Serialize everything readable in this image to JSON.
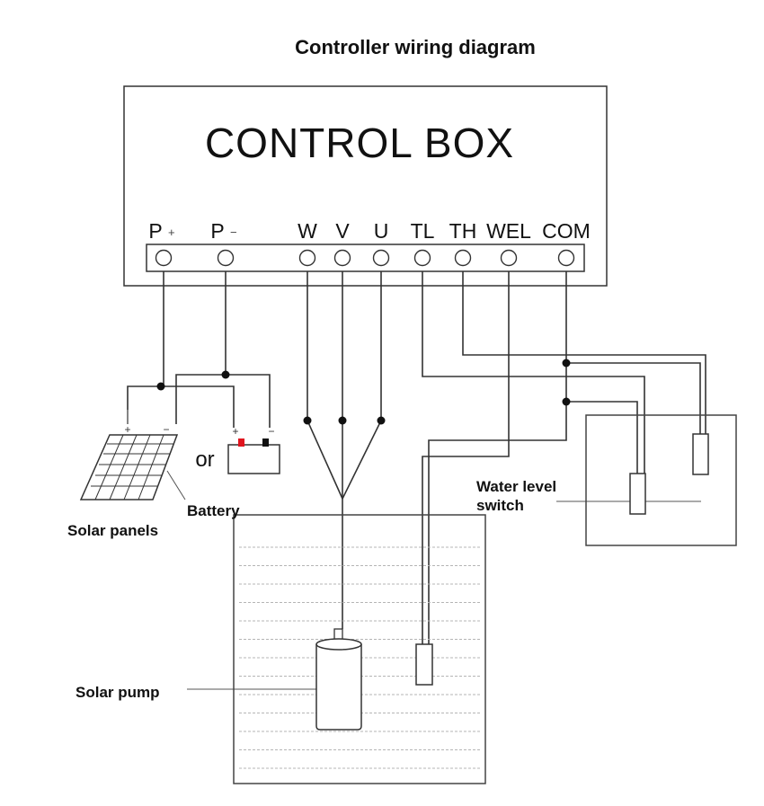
{
  "title": "Controller wiring diagram",
  "control_box": {
    "title": "CONTROL BOX",
    "terminals": [
      {
        "name": "P",
        "sign": "+"
      },
      {
        "name": "P",
        "sign": "−"
      },
      {
        "name": "W",
        "sign": ""
      },
      {
        "name": "V",
        "sign": ""
      },
      {
        "name": "U",
        "sign": ""
      },
      {
        "name": "TL",
        "sign": ""
      },
      {
        "name": "TH",
        "sign": ""
      },
      {
        "name": "WEL",
        "sign": ""
      },
      {
        "name": "COM",
        "sign": ""
      }
    ]
  },
  "power": {
    "or_label": "or",
    "panel_plus": "+",
    "panel_minus": "−",
    "battery_plus": "+",
    "battery_minus": "−"
  },
  "labels": {
    "solar_panels": "Solar panels",
    "battery": "Battery",
    "water_level_switch_line1": "Water level",
    "water_level_switch_line2": "switch",
    "solar_pump": "Solar pump"
  },
  "colors": {
    "line": "#333333",
    "battery_plus_terminal": "#e0141e",
    "battery_minus_terminal": "#111111",
    "water_line": "#b5b5b5"
  }
}
